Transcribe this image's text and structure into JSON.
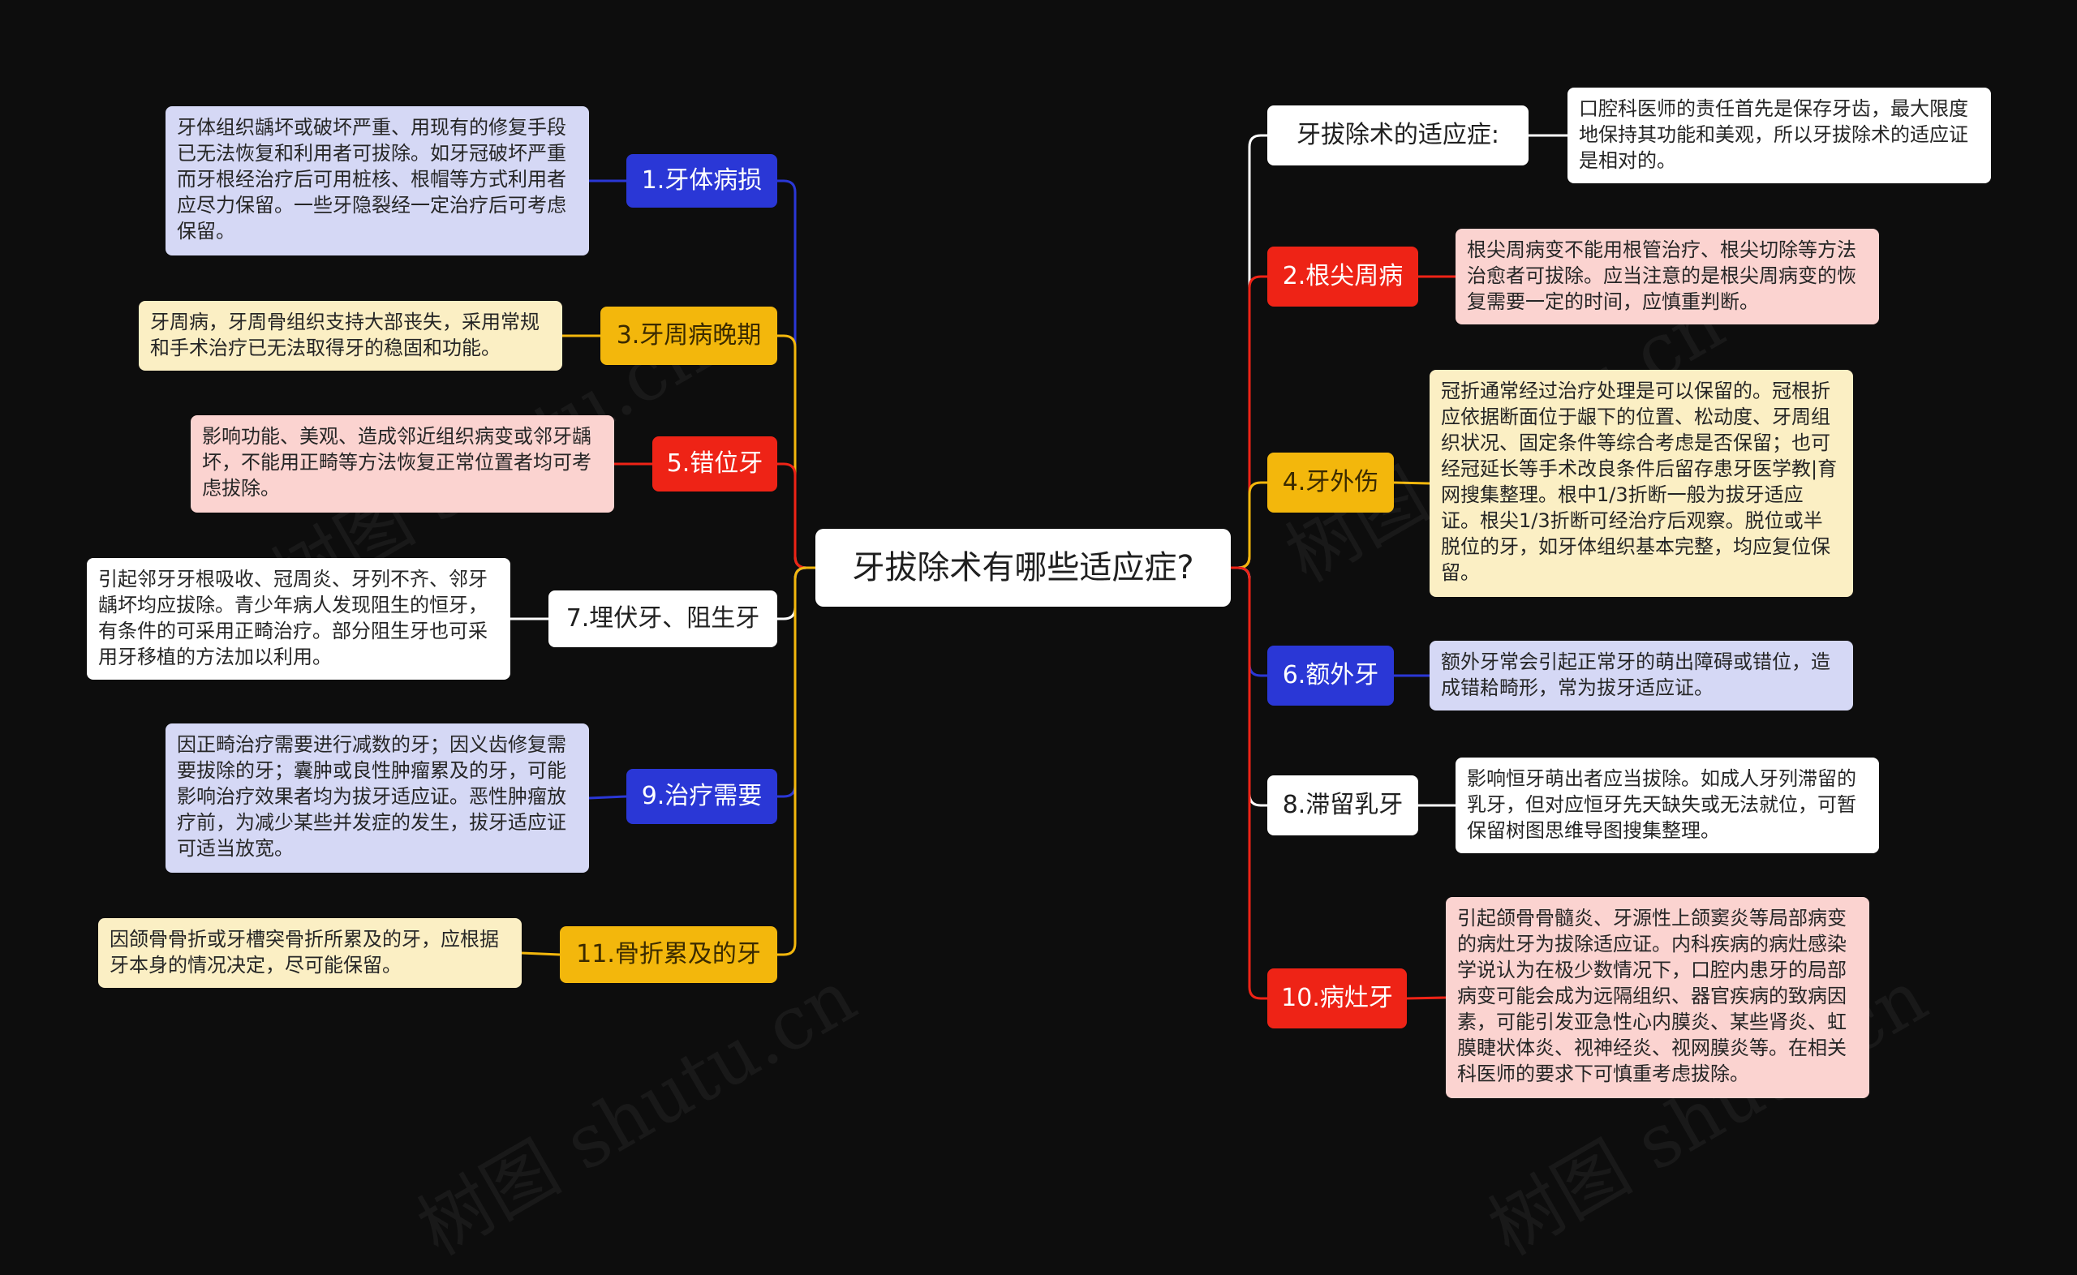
{
  "root": {
    "label": "牙拔除术有哪些适应症?"
  },
  "watermark": "树图 shutu.cn",
  "colors": {
    "blue": "#2a37d6",
    "gold": "#f3b70c",
    "red": "#ee2316",
    "white": "#ffffff",
    "background": "#0d0d0d"
  },
  "left_branches": [
    {
      "label": "1.牙体病损",
      "color": "blue",
      "note": "牙体组织龋坏或破坏严重、用现有的修复手段已无法恢复和利用者可拔除。如牙冠破坏严重而牙根经治疗后可用桩核、根帽等方式利用者应尽力保留。一些牙隐裂经一定治疗后可考虑保留。"
    },
    {
      "label": "3.牙周病晚期",
      "color": "gold",
      "note": "牙周病，牙周骨组织支持大部丧失，采用常规和手术治疗已无法取得牙的稳固和功能。"
    },
    {
      "label": "5.错位牙",
      "color": "red",
      "note": "影响功能、美观、造成邻近组织病变或邻牙龋坏，不能用正畸等方法恢复正常位置者均可考虑拔除。"
    },
    {
      "label": "7.埋伏牙、阻生牙",
      "color": "white",
      "note": "引起邻牙牙根吸收、冠周炎、牙列不齐、邻牙龋坏均应拔除。青少年病人发现阻生的恒牙，有条件的可采用正畸治疗。部分阻生牙也可采用牙移植的方法加以利用。"
    },
    {
      "label": "9.治疗需要",
      "color": "blue",
      "note": "因正畸治疗需要进行减数的牙；因义齿修复需要拔除的牙；囊肿或良性肿瘤累及的牙，可能影响治疗效果者均为拔牙适应证。恶性肿瘤放疗前，为减少某些并发症的发生，拔牙适应证可适当放宽。"
    },
    {
      "label": "11.骨折累及的牙",
      "color": "gold",
      "note": "因颌骨骨折或牙槽突骨折所累及的牙，应根据牙本身的情况决定，尽可能保留。"
    }
  ],
  "right_branches": [
    {
      "label": "牙拔除术的适应症:",
      "color": "white",
      "note": "口腔科医师的责任首先是保存牙齿，最大限度地保持其功能和美观，所以牙拔除术的适应证是相对的。"
    },
    {
      "label": "2.根尖周病",
      "color": "red",
      "note": "根尖周病变不能用根管治疗、根尖切除等方法治愈者可拔除。应当注意的是根尖周病变的恢复需要一定的时间，应慎重判断。"
    },
    {
      "label": "4.牙外伤",
      "color": "gold",
      "note": "冠折通常经过治疗处理是可以保留的。冠根折应依据断面位于龈下的位置、松动度、牙周组织状况、固定条件等综合考虑是否保留；也可经冠延长等手术改良条件后留存患牙医学教|育网搜集整理。根中1/3折断一般为拔牙适应证。根尖1/3折断可经治疗后观察。脱位或半脱位的牙，如牙体组织基本完整，均应复位保留。"
    },
    {
      "label": "6.额外牙",
      "color": "blue",
      "note": "额外牙常会引起正常牙的萌出障碍或错位，造成错耠畸形，常为拔牙适应证。"
    },
    {
      "label": "8.滞留乳牙",
      "color": "white",
      "note": "影响恒牙萌出者应当拔除。如成人牙列滞留的乳牙，但对应恒牙先天缺失或无法就位，可暂保留树图思维导图搜集整理。"
    },
    {
      "label": "10.病灶牙",
      "color": "red",
      "note": "引起颌骨骨髓炎、牙源性上颌窦炎等局部病变的病灶牙为拔除适应证。内科疾病的病灶感染学说认为在极少数情况下，口腔内患牙的局部病变可能会成为远隔组织、器官疾病的致病因素，可能引发亚急性心内膜炎、某些肾炎、虹膜睫状体炎、视神经炎、视网膜炎等。在相关科医师的要求下可慎重考虑拔除。"
    }
  ]
}
